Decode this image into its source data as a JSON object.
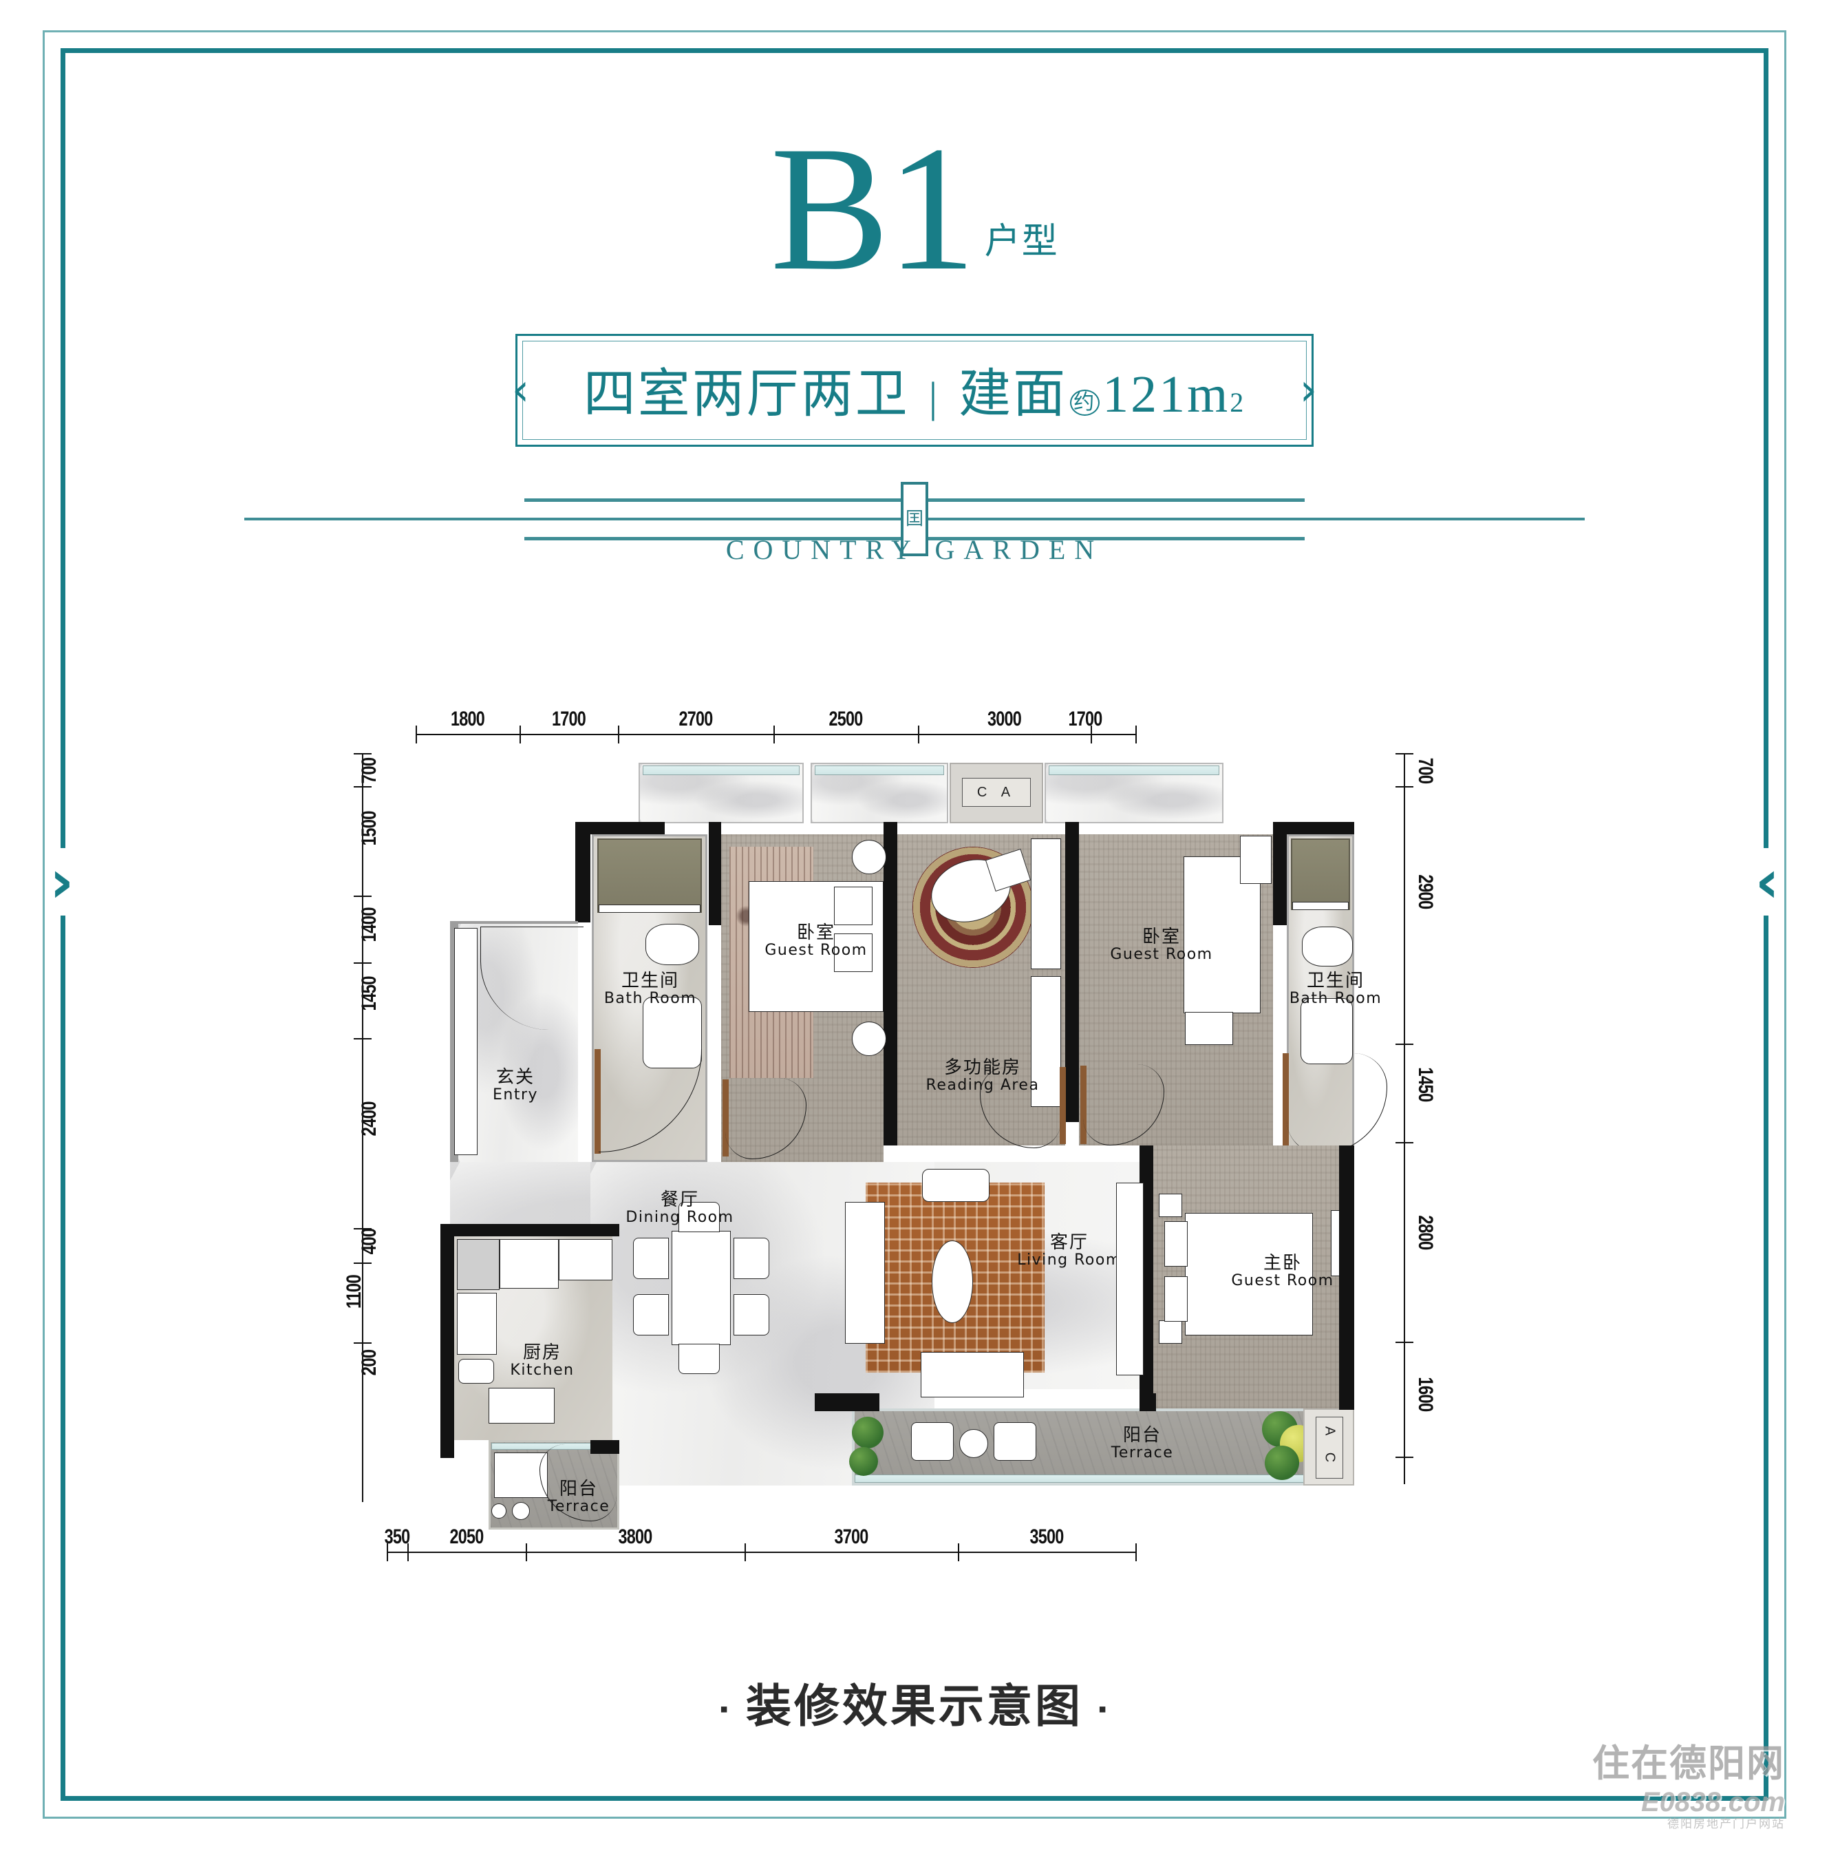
{
  "frame": {
    "chevron_left": "›",
    "chevron_right": "‹"
  },
  "header": {
    "unit_code": "B1",
    "unit_code_suffix": "户型",
    "badge": {
      "rooms": "四室两厅两卫",
      "separator": "|",
      "area_label": "建面",
      "approx": "约",
      "area_value": "121m",
      "area_sup": "2",
      "notch_left": "‹",
      "notch_right": "›"
    }
  },
  "divider": {
    "emblem": "囯",
    "brand": "COUNTRY GARDEN"
  },
  "plan": {
    "dimensions_top": [
      "1800",
      "1700",
      "2700",
      "2500",
      "3000",
      "1700"
    ],
    "dimensions_bottom": [
      "350",
      "2050",
      "3800",
      "3700",
      "3500"
    ],
    "dimensions_left": [
      "700",
      "1500",
      "1400",
      "1450",
      "2400",
      "400",
      "1100",
      "200"
    ],
    "dimensions_right": [
      "700",
      "2900",
      "1450",
      "2800",
      "1600"
    ],
    "rooms": [
      {
        "cn": "玄关",
        "en": "Entry"
      },
      {
        "cn": "卫生间",
        "en": "Bath Room"
      },
      {
        "cn": "卧室",
        "en": "Guest Room"
      },
      {
        "cn": "多功能房",
        "en": "Reading Area"
      },
      {
        "cn": "卧室",
        "en": "Guest Room"
      },
      {
        "cn": "卫生间",
        "en": "Bath Room"
      },
      {
        "cn": "厨房",
        "en": "Kitchen"
      },
      {
        "cn": "餐厅",
        "en": "Dining Room"
      },
      {
        "cn": "客厅",
        "en": "Living Room"
      },
      {
        "cn": "主卧",
        "en": "Guest Room"
      },
      {
        "cn": "阳台",
        "en": "Terrace"
      },
      {
        "cn": "阳台",
        "en": "Terrace"
      }
    ],
    "ac_markers": [
      {
        "id": "ac-top",
        "text": "C A"
      },
      {
        "id": "ac-right",
        "text": "A C"
      }
    ]
  },
  "caption": {
    "dot_left": "▪",
    "text": "装修效果示意图",
    "dot_right": "▪"
  },
  "watermark": {
    "line1": "住在德阳网",
    "line2": "E0838.com",
    "line3": "德阳房地产门户网站"
  },
  "colors": {
    "teal": "#187d87",
    "teal_light": "#6fb0b4",
    "ink": "#111111"
  }
}
